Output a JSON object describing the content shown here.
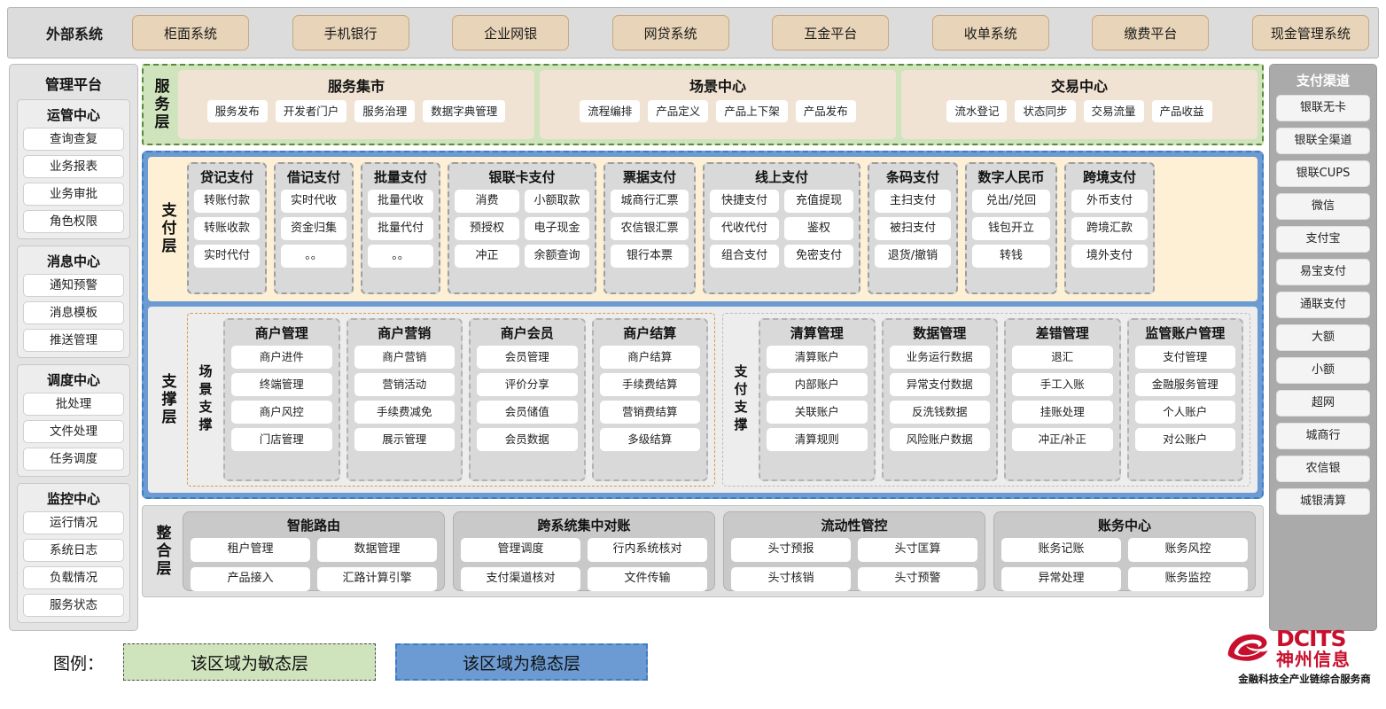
{
  "external": {
    "title": "外部系统",
    "items": [
      "柜面系统",
      "手机银行",
      "企业网银",
      "网贷系统",
      "互金平台",
      "收单系统",
      "缴费平台",
      "现金管理系统"
    ]
  },
  "management": {
    "title": "管理平台",
    "groups": [
      {
        "title": "运管中心",
        "items": [
          "查询查复",
          "业务报表",
          "业务审批",
          "角色权限"
        ]
      },
      {
        "title": "消息中心",
        "items": [
          "通知预警",
          "消息模板",
          "推送管理"
        ]
      },
      {
        "title": "调度中心",
        "items": [
          "批处理",
          "文件处理",
          "任务调度"
        ]
      },
      {
        "title": "监控中心",
        "items": [
          "运行情况",
          "系统日志",
          "负载情况",
          "服务状态"
        ]
      }
    ]
  },
  "channels": {
    "title": "支付渠道",
    "items": [
      "银联无卡",
      "银联全渠道",
      "银联CUPS",
      "微信",
      "支付宝",
      "易宝支付",
      "通联支付",
      "大额",
      "小额",
      "超网",
      "城商行",
      "农信银",
      "城银清算"
    ]
  },
  "service_layer": {
    "label": "服务层",
    "groups": [
      {
        "title": "服务集市",
        "items": [
          "服务发布",
          "开发者门户",
          "服务治理",
          "数据字典管理"
        ]
      },
      {
        "title": "场景中心",
        "items": [
          "流程编排",
          "产品定义",
          "产品上下架",
          "产品发布"
        ]
      },
      {
        "title": "交易中心",
        "items": [
          "流水登记",
          "状态同步",
          "交易流量",
          "产品收益"
        ]
      }
    ]
  },
  "payment_layer": {
    "label": "支付层",
    "groups": [
      {
        "title": "贷记支付",
        "cols": 1,
        "width": 90,
        "rows": [
          [
            "转账付款"
          ],
          [
            "转账收款"
          ],
          [
            "实时代付"
          ]
        ]
      },
      {
        "title": "借记支付",
        "cols": 1,
        "width": 90,
        "rows": [
          [
            "实时代收"
          ],
          [
            "资金归集"
          ],
          [
            "。。"
          ]
        ]
      },
      {
        "title": "批量支付",
        "cols": 1,
        "width": 90,
        "rows": [
          [
            "批量代收"
          ],
          [
            "批量代付"
          ],
          [
            "。。"
          ]
        ]
      },
      {
        "title": "银联卡支付",
        "cols": 2,
        "width": 168,
        "rows": [
          [
            "消费",
            "小额取款"
          ],
          [
            "预授权",
            "电子现金"
          ],
          [
            "冲正",
            "余额查询"
          ]
        ]
      },
      {
        "title": "票据支付",
        "cols": 1,
        "width": 104,
        "rows": [
          [
            "城商行汇票"
          ],
          [
            "农信银汇票"
          ],
          [
            "银行本票"
          ]
        ]
      },
      {
        "title": "线上支付",
        "cols": 2,
        "width": 178,
        "rows": [
          [
            "快捷支付",
            "充值提现"
          ],
          [
            "代收代付",
            "鉴权"
          ],
          [
            "组合支付",
            "免密支付"
          ]
        ]
      },
      {
        "title": "条码支付",
        "cols": 1,
        "width": 102,
        "rows": [
          [
            "主扫支付"
          ],
          [
            "被扫支付"
          ],
          [
            "退货/撤销"
          ]
        ]
      },
      {
        "title": "数字人民币",
        "cols": 1,
        "width": 104,
        "rows": [
          [
            "兑出/兑回"
          ],
          [
            "钱包开立"
          ],
          [
            "转钱"
          ]
        ]
      },
      {
        "title": "跨境支付",
        "cols": 1,
        "width": 102,
        "rows": [
          [
            "外币支付"
          ],
          [
            "跨境汇款"
          ],
          [
            "境外支付"
          ]
        ]
      }
    ]
  },
  "support_layer": {
    "label": "支撑层",
    "scene": {
      "label": "场景支撑",
      "groups": [
        {
          "title": "商户管理",
          "items": [
            "商户进件",
            "终端管理",
            "商户风控",
            "门店管理"
          ]
        },
        {
          "title": "商户营销",
          "items": [
            "商户营销",
            "营销活动",
            "手续费减免",
            "展示管理"
          ]
        },
        {
          "title": "商户会员",
          "items": [
            "会员管理",
            "评价分享",
            "会员储值",
            "会员数据"
          ]
        },
        {
          "title": "商户结算",
          "items": [
            "商户结算",
            "手续费结算",
            "营销费结算",
            "多级结算"
          ]
        }
      ]
    },
    "paysup": {
      "label": "支付支撑",
      "groups": [
        {
          "title": "清算管理",
          "items": [
            "清算账户",
            "内部账户",
            "关联账户",
            "清算规则"
          ]
        },
        {
          "title": "数据管理",
          "items": [
            "业务运行数据",
            "异常支付数据",
            "反洗钱数据",
            "风险账户数据"
          ]
        },
        {
          "title": "差错管理",
          "items": [
            "退汇",
            "手工入账",
            "挂账处理",
            "冲正/补正"
          ]
        },
        {
          "title": "监管账户管理",
          "items": [
            "支付管理",
            "金融服务管理",
            "个人账户",
            "对公账户"
          ]
        }
      ]
    }
  },
  "integration_layer": {
    "label": "整合层",
    "groups": [
      {
        "title": "智能路由",
        "rows": [
          [
            "租户管理",
            "数据管理"
          ],
          [
            "产品接入",
            "汇路计算引擎"
          ]
        ]
      },
      {
        "title": "跨系统集中对账",
        "rows": [
          [
            "管理调度",
            "行内系统核对"
          ],
          [
            "支付渠道核对",
            "文件传输"
          ]
        ]
      },
      {
        "title": "流动性管控",
        "rows": [
          [
            "头寸预报",
            "头寸匡算"
          ],
          [
            "头寸核销",
            "头寸预警"
          ]
        ]
      },
      {
        "title": "账务中心",
        "rows": [
          [
            "账务记账",
            "账务风控"
          ],
          [
            "异常处理",
            "账务监控"
          ]
        ]
      }
    ]
  },
  "legend": {
    "label": "图例：",
    "agile": "该区域为敏态层",
    "stable": "该区域为稳态层",
    "agile_color": "#cfe3bd",
    "stable_color": "#6b9bd2"
  },
  "brand": {
    "en": "DCITS",
    "cn": "神州信息",
    "tagline": "金融科技全产业链综合服务商",
    "color": "#c8102e"
  }
}
